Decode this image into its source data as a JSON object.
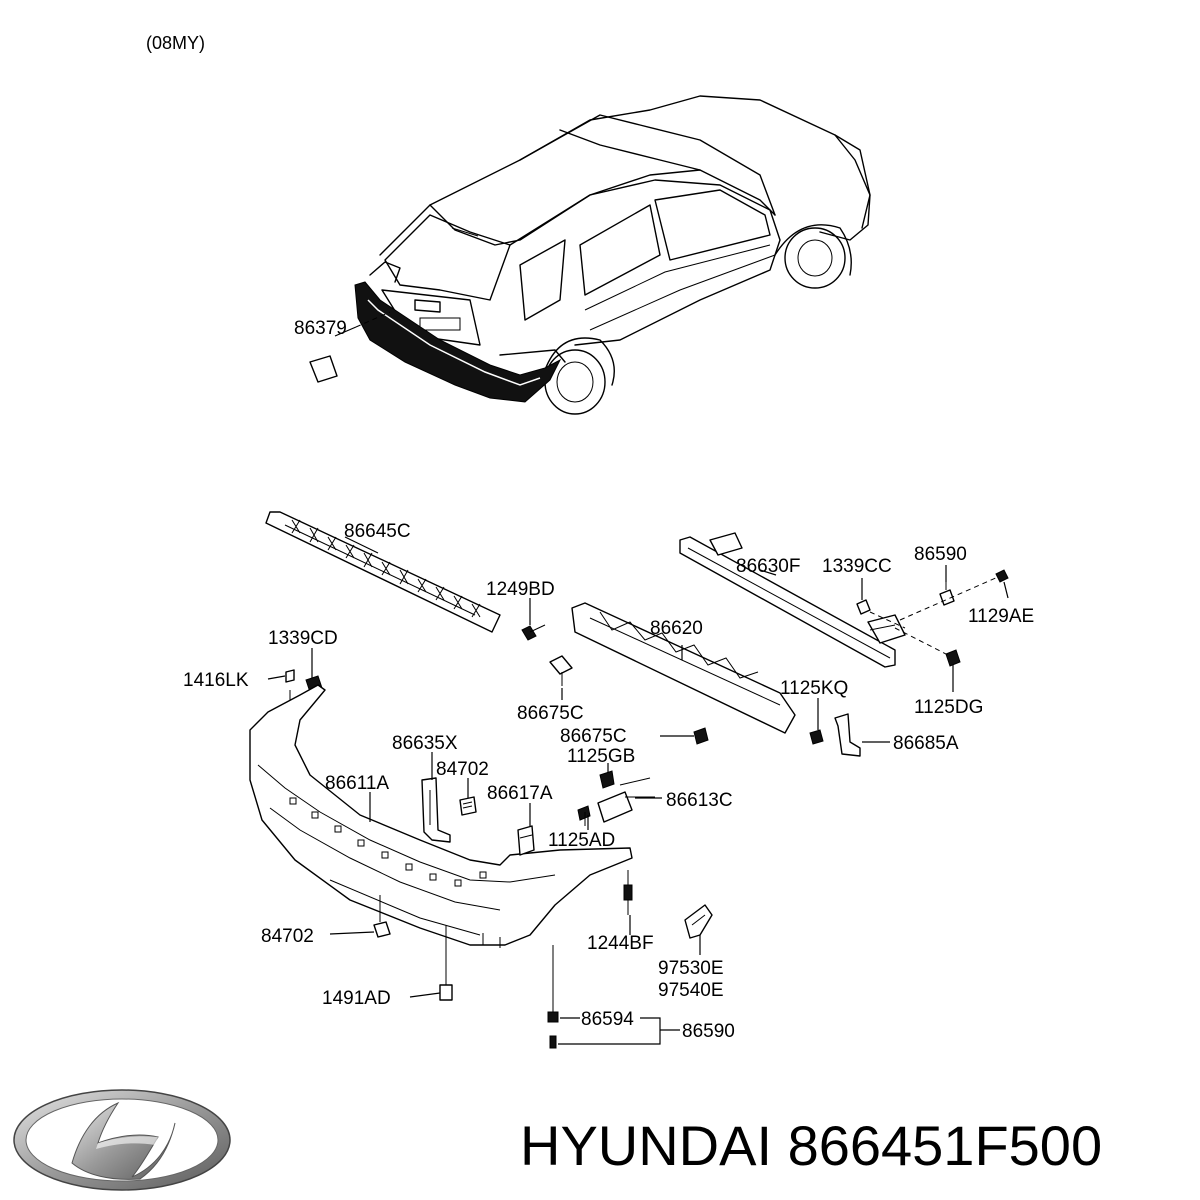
{
  "diagram": {
    "model_year": "(08MY)",
    "callouts": [
      "86379",
      "86645C",
      "1249BD",
      "86630F",
      "1339CC",
      "86590",
      "1129AE",
      "86620",
      "1339CD",
      "1416LK",
      "1125KQ",
      "1125DG",
      "86675C",
      "86675C",
      "1125GB",
      "86685A",
      "86635X",
      "84702",
      "86611A",
      "86617A",
      "86613C",
      "1125AD",
      "84702",
      "1244BF",
      "97530E",
      "97540E",
      "1491AD",
      "86594",
      "86590"
    ]
  },
  "brand": {
    "logo_icon": "hyundai-logo-icon",
    "caption": "HYUNDAI 866451F500"
  }
}
